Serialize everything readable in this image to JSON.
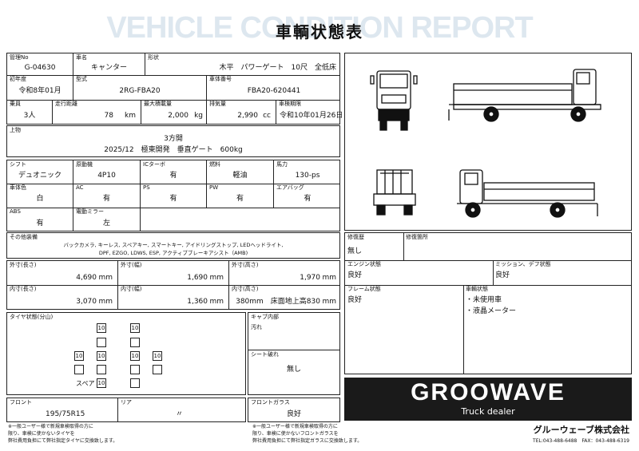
{
  "header": {
    "watermark": "VEHICLE CONDITION REPORT",
    "title": "車輌状態表"
  },
  "basic": {
    "mgmt_no_label": "管理No",
    "mgmt_no": "G-04630",
    "name_label": "車名",
    "name": "キャンター",
    "shape_label": "形状",
    "shape": "木平　パワーゲート　10尺　全低床",
    "first_reg_label": "初年度",
    "first_reg": "令和8年01月",
    "model_label": "型式",
    "model": "2RG-FBA20",
    "chassis_label": "車体番号",
    "chassis": "FBA20-620441",
    "riders_label": "乗員",
    "riders": "3人",
    "mileage_label": "走行距離",
    "mileage": "78",
    "mileage_unit": "km",
    "maxload_label": "最大積載量",
    "maxload": "2,000",
    "maxload_unit": "kg",
    "disp_label": "排気量",
    "disp": "2,990",
    "disp_unit": "cc",
    "inspect_label": "車検期限",
    "inspect": "令和10年01月26日"
  },
  "body": {
    "label": "上物",
    "line1": "3方開",
    "line2": "2025/12　極東開発　垂直ゲート　600kg"
  },
  "equip": {
    "shift_label": "シフト",
    "shift": "デュオニック",
    "engine_label": "原動機",
    "engine": "4P10",
    "ic_label": "ICターボ",
    "ic": "有",
    "fuel_label": "燃料",
    "fuel": "軽油",
    "hp_label": "馬力",
    "hp": "130-ps",
    "color_label": "車体色",
    "color": "白",
    "ac_label": "AC",
    "ac": "有",
    "ps_label": "PS",
    "ps": "有",
    "pw_label": "PW",
    "pw": "有",
    "airbag_label": "エアバッグ",
    "airbag": "有",
    "abs_label": "ABS",
    "abs": "有",
    "mirror_label": "電動ミラー",
    "mirror": "左"
  },
  "other": {
    "label": "その他装備",
    "line1": "バックカメラ, キーレス, スペアキー, スマートキー, アイドリングストップ, LEDヘッドライト,",
    "line2": "DPF, EZGO, LDWS, ESP, アクティブブレーキアシスト（AMB)"
  },
  "dims": {
    "ext_len_label": "外寸(長さ)",
    "ext_len": "4,690",
    "ext_wid_label": "外寸(幅)",
    "ext_wid": "1,690",
    "ext_hgt_label": "外寸(高さ)",
    "ext_hgt": "1,970",
    "int_len_label": "内寸(長さ)",
    "int_len": "3,070",
    "int_wid_label": "内寸(幅)",
    "int_wid": "1,360",
    "int_hgt_label": "内寸(高さ)",
    "int_hgt": "380mm　床面地上高830",
    "unit": "mm"
  },
  "tires": {
    "label": "タイヤ状態(分山)",
    "v": "10",
    "spare_label": "スペア",
    "spare": "10"
  },
  "cab": {
    "label": "キャブ内部",
    "dirt_label": "汚れ",
    "dirt": "",
    "seat_label": "シート破れ",
    "seat": "無し"
  },
  "size": {
    "front_label": "フロント",
    "front": "195/75R15",
    "rear_label": "リア",
    "rear": "〃"
  },
  "glass": {
    "label": "フロントガラス",
    "value": "良好"
  },
  "notes": {
    "left1": "※一般ユーザー様で新規車検取得の方に",
    "left2": "限り、車検に使かないタイヤを",
    "left3": "弊社費用負担にて弊社指定タイヤに交換致します。",
    "right1": "※一般ユーザー様で新規車検取得の方に",
    "right2": "限り、車検に使かないフロントガラスを",
    "right3": "弊社費用負担にて弊社指定ガラスに交換致します。"
  },
  "condition": {
    "repair_label": "修復歴",
    "repair": "無し",
    "repair_loc_label": "修復箇所",
    "repair_loc": "",
    "engine_label": "エンジン状態",
    "engine": "良好",
    "mission_label": "ミッション、デフ状態",
    "mission": "良好",
    "frame_label": "フレーム状態",
    "frame": "良好",
    "status_label": "車輌状態",
    "status1": "・未使用車",
    "status2": "・液晶メーター"
  },
  "company": {
    "logo": "GROOWAVE",
    "sub": "Truck dealer",
    "name": "グルーウェーブ株式会社",
    "contact": "TEL:043-488-6488　FAX：043-488-6319"
  },
  "colors": {
    "border": "#222222",
    "logo_bg": "#1a1a1a",
    "watermark": "#dde7ef"
  }
}
